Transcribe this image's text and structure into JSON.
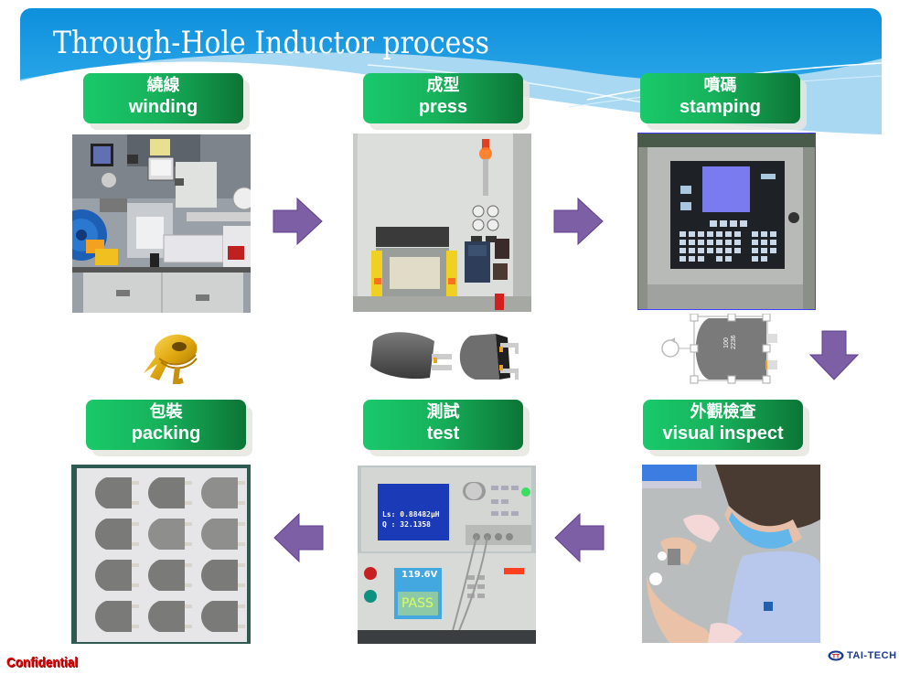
{
  "slide": {
    "title": "Through-Hole Inductor process",
    "footer_left": "Confidential",
    "footer_logo": "TAI-TECH"
  },
  "steps": [
    {
      "zh": "繞線",
      "en": "winding",
      "photo": "winding-machine-photo",
      "component": "coil-winding-icon"
    },
    {
      "zh": "成型",
      "en": "press",
      "photo": "press-machine-photo",
      "component": "pressed-inductor-icon"
    },
    {
      "zh": "噴碼",
      "en": "stamping",
      "photo": "inkjet-printer-photo",
      "component": "marked-inductor-icon"
    },
    {
      "zh": "外觀檢查",
      "en": "visual inspect",
      "photo": "visual-inspection-photo"
    },
    {
      "zh": "測試",
      "en": "test",
      "photo": "test-equipment-photo"
    },
    {
      "zh": "包裝",
      "en": "packing",
      "photo": "packing-tray-photo"
    }
  ],
  "marking": {
    "line1": "100",
    "line2": "2236"
  },
  "test_readout": {
    "ls": "Ls: 0.88482µH",
    "q": "Q : 32.1358",
    "voltage": "119.6V",
    "result": "PASS"
  },
  "colors": {
    "header_blue": "#1a9be0",
    "label_green": "#17b35c",
    "arrow_purple": "#7d5fa6",
    "confidential_red": "#e00000"
  }
}
